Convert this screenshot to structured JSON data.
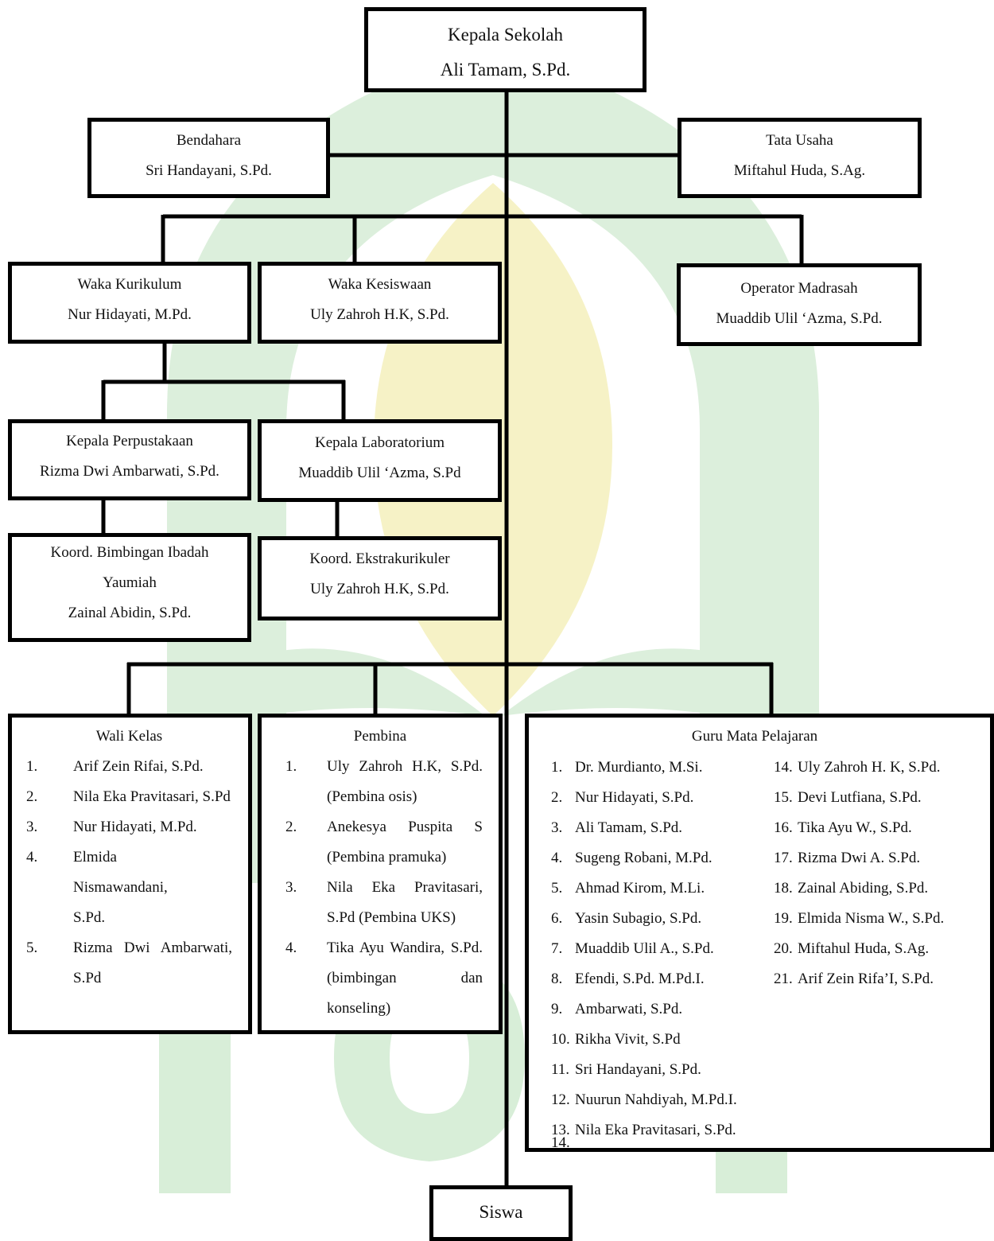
{
  "kepala": {
    "title": "Kepala Sekolah",
    "name": "Ali Tamam, S.Pd."
  },
  "bendahara": {
    "title": "Bendahara",
    "name": "Sri Handayani, S.Pd."
  },
  "tata_usaha": {
    "title": "Tata Usaha",
    "name": "Miftahul Huda, S.Ag."
  },
  "waka_kurikulum": {
    "title": "Waka Kurikulum",
    "name": "Nur Hidayati, M.Pd."
  },
  "waka_kesiswaan": {
    "title": "Waka Kesiswaan",
    "name": "Uly Zahroh H.K, S.Pd."
  },
  "operator": {
    "title": "Operator Madrasah",
    "name": "Muaddib Ulil ‘Azma, S.Pd."
  },
  "kepala_perpustakaan": {
    "title": "Kepala Perpustakaan",
    "name": "Rizma Dwi Ambarwati, S.Pd."
  },
  "kepala_laboratorium": {
    "title": "Kepala Laboratorium",
    "name": "Muaddib Ulil ‘Azma, S.Pd"
  },
  "koord_ibadah": {
    "title_line1": "Koord. Bimbingan Ibadah",
    "title_line2": "Yaumiah",
    "name": "Zainal Abidin, S.Pd."
  },
  "koord_ekstra": {
    "title": "Koord. Ekstrakurikuler",
    "name": "Uly Zahroh H.K, S.Pd."
  },
  "wali_kelas": {
    "title": "Wali Kelas",
    "items": [
      {
        "num": "1.",
        "text": "Arif Zein Rifai, S.Pd."
      },
      {
        "num": "2.",
        "text": "Nila Eka Pravitasari, S.Pd"
      },
      {
        "num": "3.",
        "text": "Nur Hidayati, M.Pd."
      },
      {
        "num": "4.",
        "text": "Elmida Nismawandani, S.Pd."
      },
      {
        "num": "5.",
        "text": "Rizma Dwi Ambarwati, S.Pd"
      }
    ]
  },
  "pembina": {
    "title": "Pembina",
    "items": [
      {
        "num": "1.",
        "text": "Uly Zahroh H.K, S.Pd. (Pembina osis)"
      },
      {
        "num": "2.",
        "text": "Anekesya Puspita S (Pembina pramuka)"
      },
      {
        "num": "3.",
        "text": "Nila Eka Pravitasari, S.Pd (Pembina UKS)"
      },
      {
        "num": "4.",
        "text": "Tika Ayu Wandira, S.Pd. (bimbingan dan konseling)"
      }
    ]
  },
  "guru": {
    "title": "Guru Mata Pelajaran",
    "col1": [
      {
        "num": "1.",
        "text": "Dr. Murdianto, M.Si."
      },
      {
        "num": "2.",
        "text": "Nur Hidayati, S.Pd."
      },
      {
        "num": "3.",
        "text": "Ali Tamam, S.Pd."
      },
      {
        "num": "4.",
        "text": "Sugeng Robani, M.Pd."
      },
      {
        "num": "5.",
        "text": "Ahmad Kirom, M.Li."
      },
      {
        "num": "6.",
        "text": "Yasin Subagio, S.Pd."
      },
      {
        "num": "7.",
        "text": "Muaddib Ulil A., S.Pd."
      },
      {
        "num": "8.",
        "text": "Efendi, S.Pd. M.Pd.I."
      },
      {
        "num": "9.",
        "text": "Ambarwati, S.Pd."
      },
      {
        "num": "10.",
        "text": "Rikha Vivit, S.Pd"
      },
      {
        "num": "11.",
        "text": "Sri Handayani, S.Pd."
      },
      {
        "num": "12.",
        "text": "Nuurun Nahdiyah, M.Pd.I."
      },
      {
        "num": "13.",
        "text": "Nila Eka Pravitasari, S.Pd."
      },
      {
        "num": "14.",
        "text": ""
      }
    ],
    "col2": [
      {
        "num": "14.",
        "text": "Uly Zahroh H. K, S.Pd."
      },
      {
        "num": "15.",
        "text": "Devi Lutfiana, S.Pd."
      },
      {
        "num": "16.",
        "text": "Tika Ayu W., S.Pd."
      },
      {
        "num": "17.",
        "text": "Rizma Dwi A. S.Pd."
      },
      {
        "num": "18.",
        "text": "Zainal Abiding, S.Pd."
      },
      {
        "num": "19.",
        "text": "Elmida Nisma W., S.Pd."
      },
      {
        "num": "20.",
        "text": "Miftahul Huda, S.Ag."
      },
      {
        "num": "21.",
        "text": "Arif Zein Rifa’I, S.Pd."
      }
    ]
  },
  "siswa": {
    "title": "Siswa"
  },
  "colors": {
    "line": "#000000",
    "watermark_green": "#d8eed8",
    "watermark_yellow": "#f7f3c4"
  }
}
